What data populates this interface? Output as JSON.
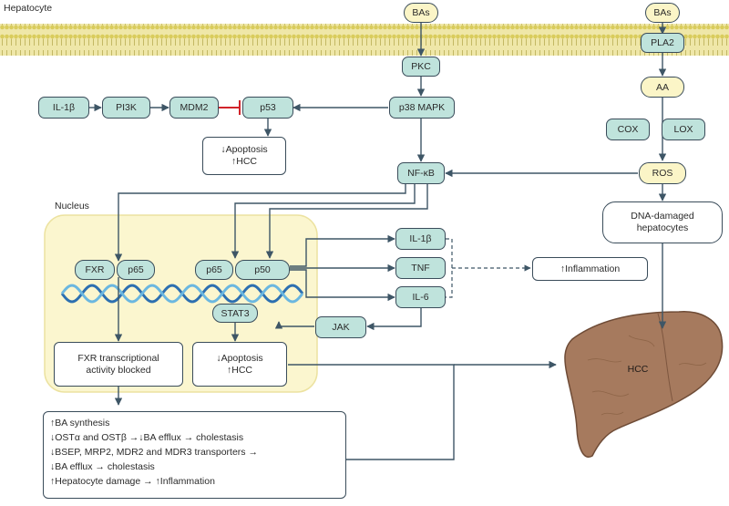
{
  "labels": {
    "hepatocyte": "Hepatocyte",
    "nucleus": "Nucleus",
    "hcc_organ": "HCC"
  },
  "nodes": {
    "bas_left": "BAs",
    "bas_right": "BAs",
    "pla2": "PLA2",
    "pkc": "PKC",
    "aa": "AA",
    "cox": "COX",
    "lox": "LOX",
    "il1b_top": "IL-1β",
    "pi3k": "PI3K",
    "mdm2": "MDM2",
    "p53": "p53",
    "p38": "p38 MAPK",
    "nfkb": "NF-κB",
    "ros": "ROS",
    "fxr": "FXR",
    "p65_left": "p65",
    "p65_mid": "p65",
    "p50": "p50",
    "il1b_right": "IL-1β",
    "tnf": "TNF",
    "il6": "IL-6",
    "jak": "JAK",
    "stat3": "STAT3",
    "inflammation": "↑Inflammation"
  },
  "boxes": {
    "apoptosis_top": [
      "↓Apoptosis",
      "↑HCC"
    ],
    "dna_damaged": [
      "DNA-damaged",
      "hepatocytes"
    ],
    "fxr_blocked": [
      "FXR transcriptional",
      "activity blocked"
    ],
    "apoptosis_nucleus": [
      "↓Apoptosis",
      "↑HCC"
    ],
    "summary": [
      "↑BA synthesis",
      "↓OSTα and OSTβ →↓BA efflux → cholestasis",
      "↓BSEP, MRP2, MDR2 and MDR3 transporters →",
      "↓BA efflux → cholestasis",
      "↑Hepatocyte damage → ↑Inflammation"
    ]
  },
  "colors": {
    "node_teal": "#bfe3dc",
    "node_cream": "#fbf5c7",
    "membrane": "#e4d873",
    "nucleus_fill": "#fbf6cf",
    "liver": "#a67a5e",
    "arrow": "#3e5666",
    "inhibit": "#d2232a"
  }
}
